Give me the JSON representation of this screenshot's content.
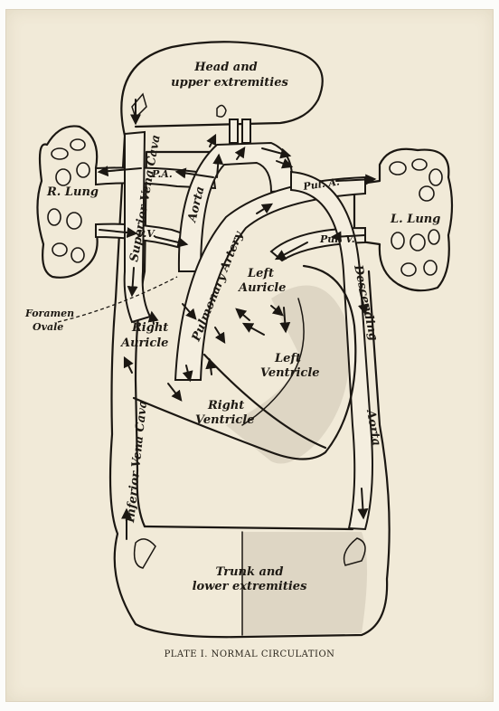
{
  "caption": "PLATE I. NORMAL CIRCULATION",
  "labels": {
    "head_1": "Head and",
    "head_2": "upper extremities",
    "r_lung": "R. Lung",
    "l_lung": "L. Lung",
    "pa": "P.A.",
    "pv": "P.V.",
    "pul_a": "Pul. A.",
    "pul_v": "Pul. V.",
    "svc": "Superior Vena Cava",
    "aorta": "Aorta",
    "pulmonary_artery": "Pulmonary Artery",
    "left_auricle_1": "Left",
    "left_auricle_2": "Auricle",
    "foramen_1": "Foramen",
    "foramen_2": "Ovale",
    "right_auricle_1": "Right",
    "right_auricle_2": "Auricle",
    "left_ventricle_1": "Left",
    "left_ventricle_2": "Ventricle",
    "right_ventricle_1": "Right",
    "right_ventricle_2": "Ventricle",
    "descending": "Descending",
    "desc_aorta": "Aorta",
    "ivc": "Inferior Vena Cava",
    "trunk_1": "Trunk and",
    "trunk_2": "lower extremities"
  },
  "colors": {
    "paper": "#f1ead8",
    "ink": "#1b1712",
    "shading": "#d7cfbd"
  }
}
